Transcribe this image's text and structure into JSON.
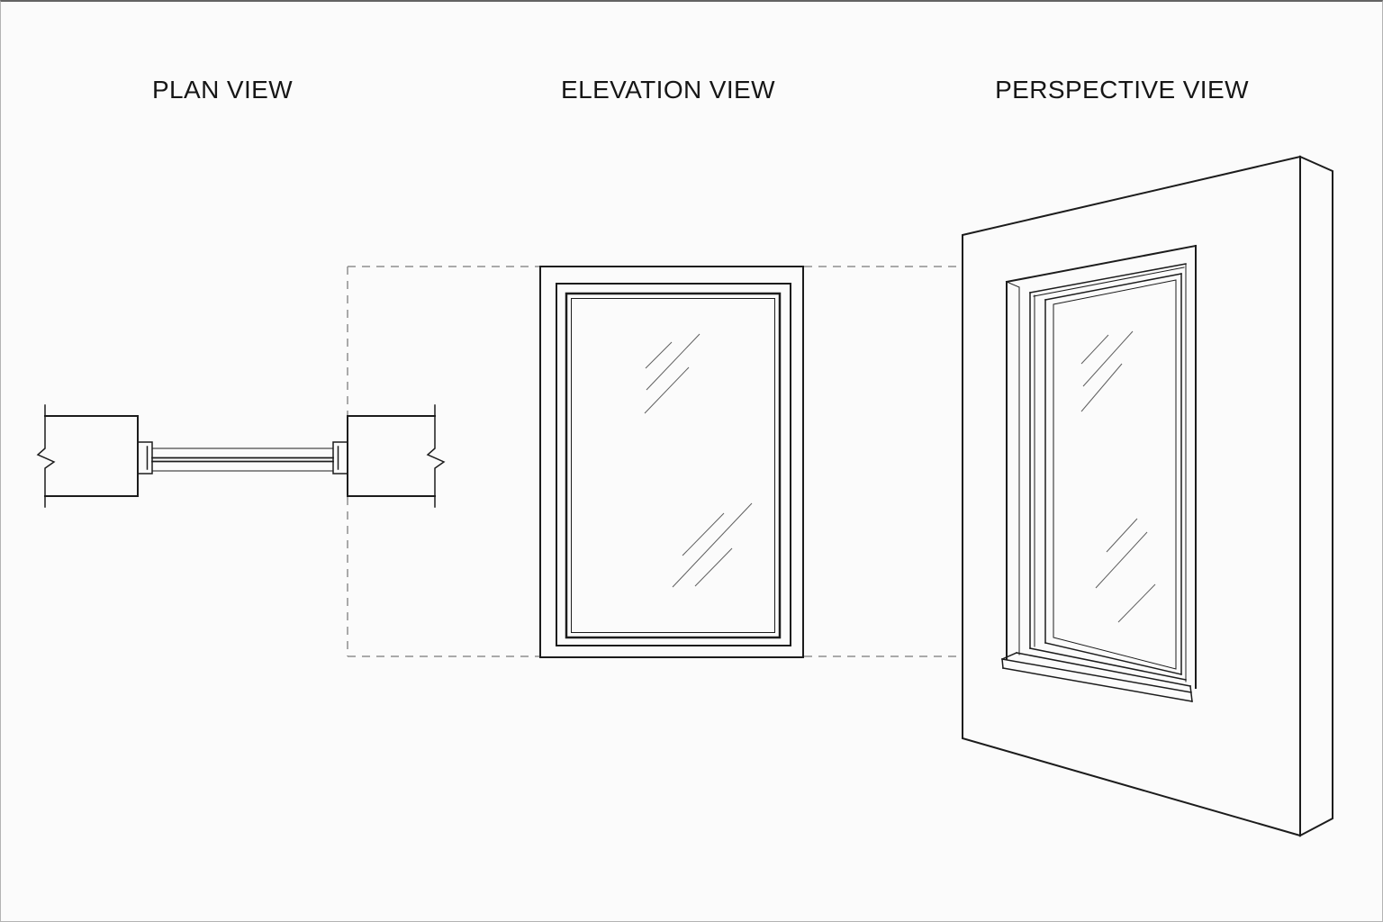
{
  "document": {
    "type": "architectural-window-drawing",
    "background": "#fbfbfb"
  },
  "colors": {
    "paper": "#fbfbfb",
    "ink": "#1c1c1c",
    "dash": "#8f8f8f",
    "glassmark": "#5f5f5f"
  },
  "views": {
    "plan": {
      "label": "PLAN VIEW"
    },
    "elevation": {
      "label": "ELEVATION VIEW"
    },
    "perspective": {
      "label": "PERSPECTIVE VIEW"
    }
  }
}
